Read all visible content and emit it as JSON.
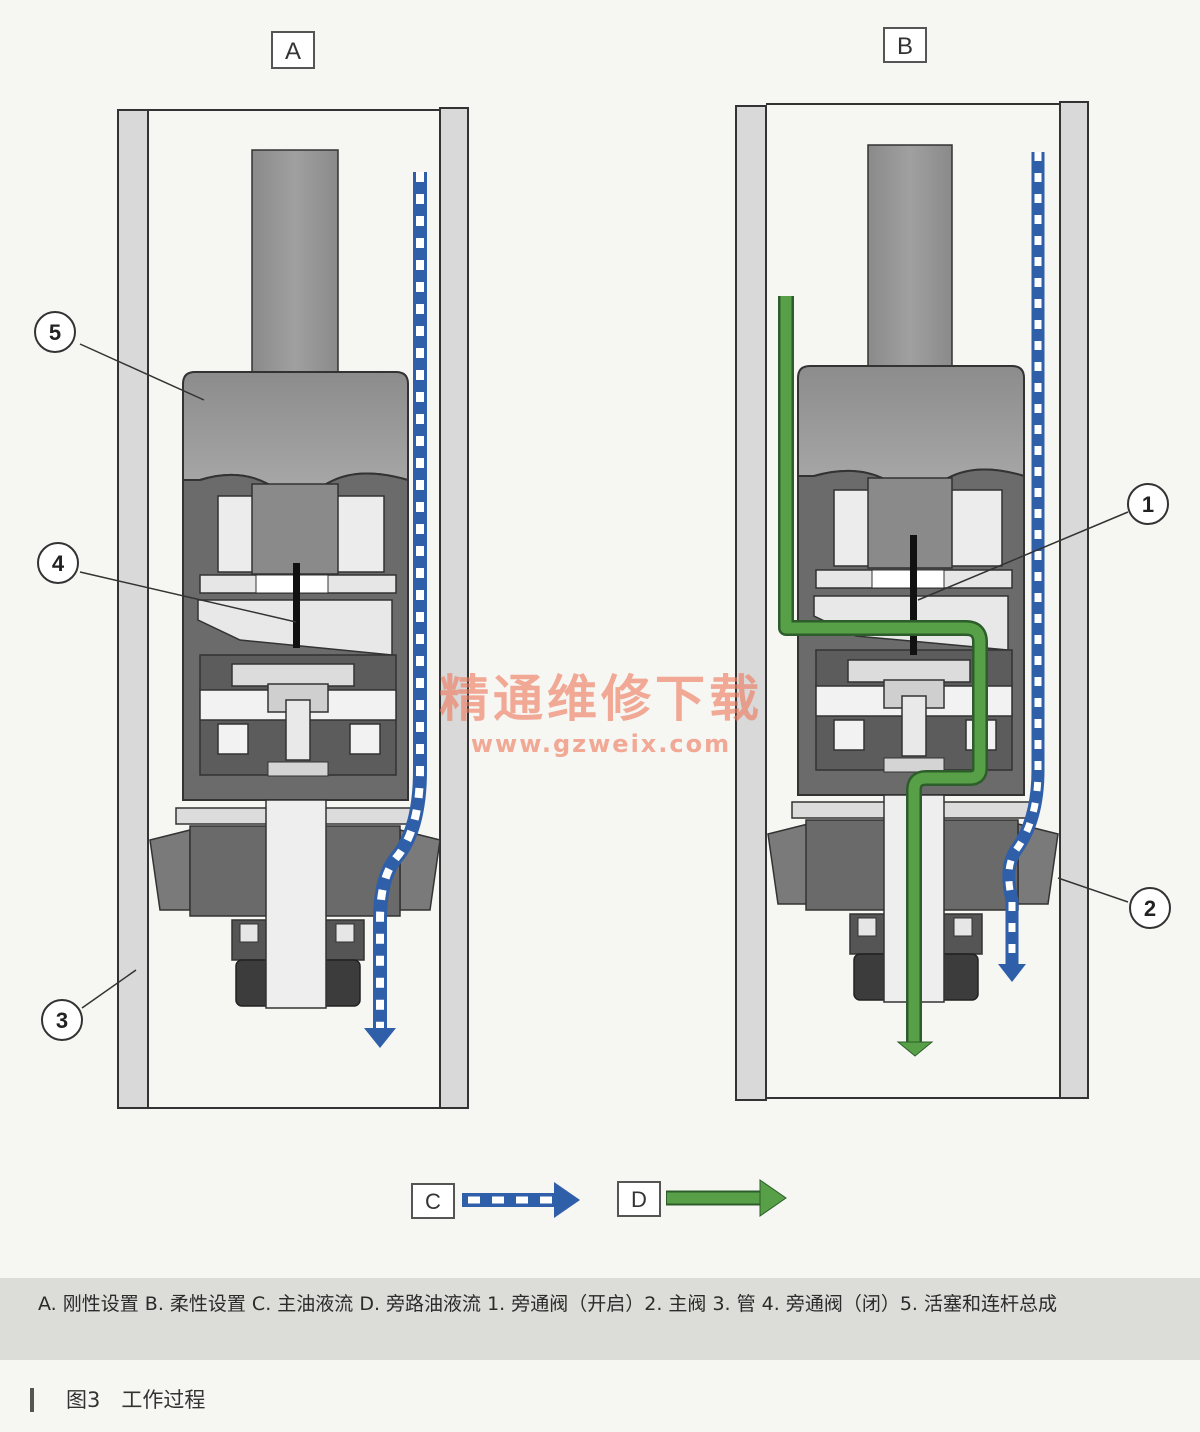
{
  "panels": {
    "a": {
      "label": "A"
    },
    "b": {
      "label": "B"
    }
  },
  "callouts": {
    "c1": "1",
    "c2": "2",
    "c3": "3",
    "c4": "4",
    "c5": "5"
  },
  "legend": {
    "c_label": "C",
    "d_label": "D"
  },
  "caption": "A. 刚性设置 B. 柔性设置 C. 主油液流 D. 旁路油液流 1. 旁通阀（开启）2. 主阀 3. 管 4. 旁通阀（闭）5. 活塞和连杆总成",
  "figure_title": "图3　工作过程",
  "watermark": {
    "name": "精通维修下载",
    "url": "www.gzweix.com"
  },
  "colors": {
    "main_flow": "#2f5fa8",
    "bypass_flow": "#58a048",
    "body_grey": "#6b6b6b",
    "light_grey": "#d8d8d8"
  }
}
